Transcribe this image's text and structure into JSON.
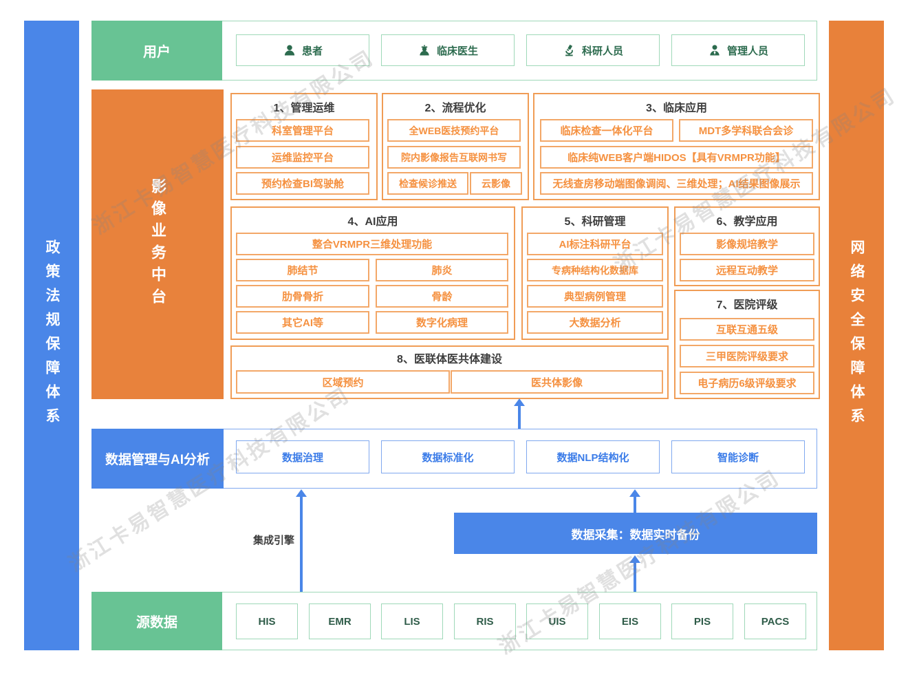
{
  "watermark_text": "浙江卡易智慧医疗科技有限公司",
  "side_bars": {
    "left_label": "政策法规保障体系",
    "right_label": "网络安全保障体系"
  },
  "users": {
    "label": "用户",
    "items": [
      {
        "icon": "patient-icon",
        "label": "患者"
      },
      {
        "icon": "doctor-icon",
        "label": "临床医生"
      },
      {
        "icon": "microscope-icon",
        "label": "科研人员"
      },
      {
        "icon": "manager-icon",
        "label": "管理人员"
      }
    ]
  },
  "platform": {
    "label": "影像业务中台",
    "sections": {
      "s1": {
        "title": "1、管理运维",
        "items": [
          "科室管理平台",
          "运维监控平台",
          "预约检查BI驾驶舱"
        ]
      },
      "s2": {
        "title": "2、流程优化",
        "items": [
          "全WEB医技预约平台",
          "院内影像报告互联网书写"
        ],
        "row": [
          "检查候诊推送",
          "云影像"
        ]
      },
      "s3": {
        "title": "3、临床应用",
        "row": [
          "临床检查一体化平台",
          "MDT多学科联合会诊"
        ],
        "items": [
          "临床纯WEB客户端HIDOS【具有VRMPR功能】",
          "无线查房移动端图像调阅、三维处理；AI结果图像展示"
        ]
      },
      "s4": {
        "title": "4、AI应用",
        "full": "整合VRMPR三维处理功能",
        "rows": [
          [
            "肺结节",
            "肺炎"
          ],
          [
            "肋骨骨折",
            "骨龄"
          ],
          [
            "其它AI等",
            "数字化病理"
          ]
        ]
      },
      "s5": {
        "title": "5、科研管理",
        "items": [
          "AI标注科研平台",
          "专病种结构化数据库",
          "典型病例管理",
          "大数据分析"
        ]
      },
      "s6": {
        "title": "6、教学应用",
        "items": [
          "影像规培教学",
          "远程互动教学"
        ]
      },
      "s7": {
        "title": "7、医院评级",
        "items": [
          "互联互通五级",
          "三甲医院评级要求",
          "电子病历6级评级要求"
        ]
      },
      "s8": {
        "title": "8、医联体医共体建设",
        "row": [
          "区域预约",
          "医共体影像"
        ]
      }
    }
  },
  "data_mgmt": {
    "label": "数据管理与AI分析",
    "items": [
      "数据治理",
      "数据标准化",
      "数据NLP结构化",
      "智能诊断"
    ]
  },
  "flow": {
    "integration_engine": "集成引擎",
    "data_collect": "数据采集：数据实时备份"
  },
  "source": {
    "label": "源数据",
    "items": [
      "HIS",
      "EMR",
      "LIS",
      "RIS",
      "UIS",
      "EIS",
      "PIS",
      "PACS"
    ]
  },
  "colors": {
    "blue": "#4a86e8",
    "orange": "#e8823c",
    "green": "#68c394",
    "orange_text": "#f59140",
    "blue_text": "#3b7ce8",
    "green_text": "#2c6b4e"
  }
}
